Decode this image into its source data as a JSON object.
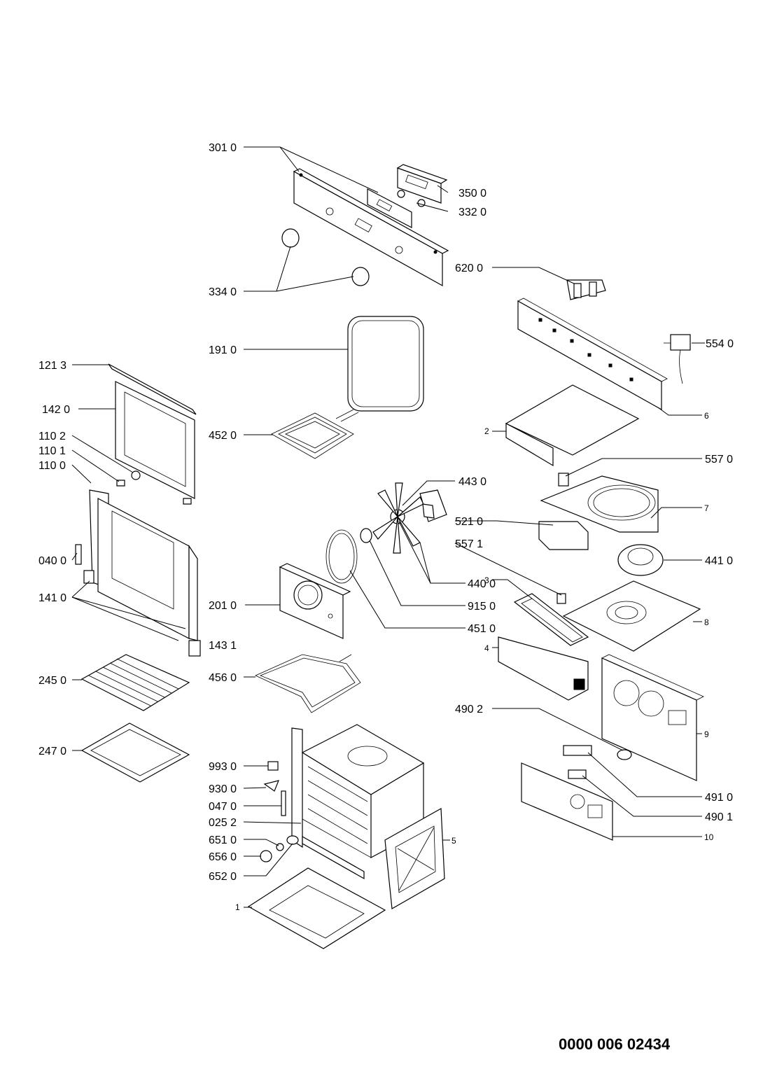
{
  "labels": {
    "l3010": "301 0",
    "l3500": "350 0",
    "l3320": "332 0",
    "l3340": "334 0",
    "l6200": "620 0",
    "l1910": "191 0",
    "l5540": "554 0",
    "l1213": "121 3",
    "l1420": "142 0",
    "l4520": "452 0",
    "l6": "6",
    "l2": "2",
    "l1102": "110 2",
    "l1101": "110 1",
    "l1100": "110 0",
    "l5570": "557 0",
    "l4430": "443 0",
    "l7": "7",
    "l5210": "521 0",
    "l5571": "557 1",
    "l0400": "040 0",
    "l4410": "441 0",
    "l3": "3",
    "l4400": "440 0",
    "l1410": "141 0",
    "l2010": "201 0",
    "l9150": "915 0",
    "l8": "8",
    "l4510": "451 0",
    "l4": "4",
    "l1431": "143 1",
    "l2450": "245 0",
    "l4560": "456 0",
    "l4902": "490 2",
    "l9": "9",
    "l2470": "247 0",
    "l9930": "993 0",
    "l9300": "930 0",
    "l0470": "047 0",
    "l4910": "491 0",
    "l0252": "025 2",
    "l4901": "490 1",
    "l6510": "651 0",
    "l10": "10",
    "l5": "5",
    "l6560": "656 0",
    "l6520": "652 0",
    "l1": "1"
  },
  "drawing_code": "0000 006 02434"
}
